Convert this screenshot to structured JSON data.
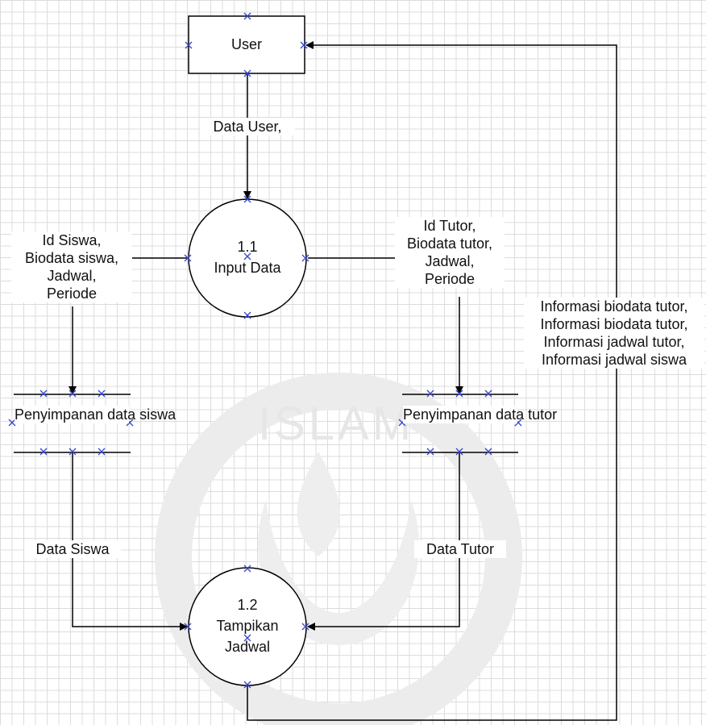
{
  "entities": {
    "user": {
      "label": "User"
    }
  },
  "processes": {
    "p11": {
      "number": "1.1",
      "name": "Input Data"
    },
    "p12": {
      "number": "1.2",
      "name_line1": "Tampikan",
      "name_line2": "Jadwal"
    }
  },
  "stores": {
    "siswa": {
      "line1": "Penyimpanan",
      "line2": "data siswa"
    },
    "tutor": {
      "line1": "Penyimpanan",
      "line2": "data tutor"
    }
  },
  "flows": {
    "data_user": "Data User,",
    "siswa_in": [
      "Id Siswa,",
      "Biodata siswa,",
      "Jadwal,",
      "Periode"
    ],
    "tutor_in": [
      "Id Tutor,",
      "Biodata tutor,",
      "Jadwal,",
      "Periode"
    ],
    "data_siswa": "Data Siswa",
    "data_tutor": "Data Tutor",
    "info": [
      "Informasi biodata tutor,",
      "Informasi biodata tutor,",
      "Informasi jadwal tutor,",
      "Informasi jadwal siswa"
    ]
  },
  "watermark": {
    "text": "ISLAM",
    "color": "#e6e6e6"
  },
  "colors": {
    "line": "#000000",
    "handle": "#3344cc",
    "grid": "#dcdcdc"
  }
}
